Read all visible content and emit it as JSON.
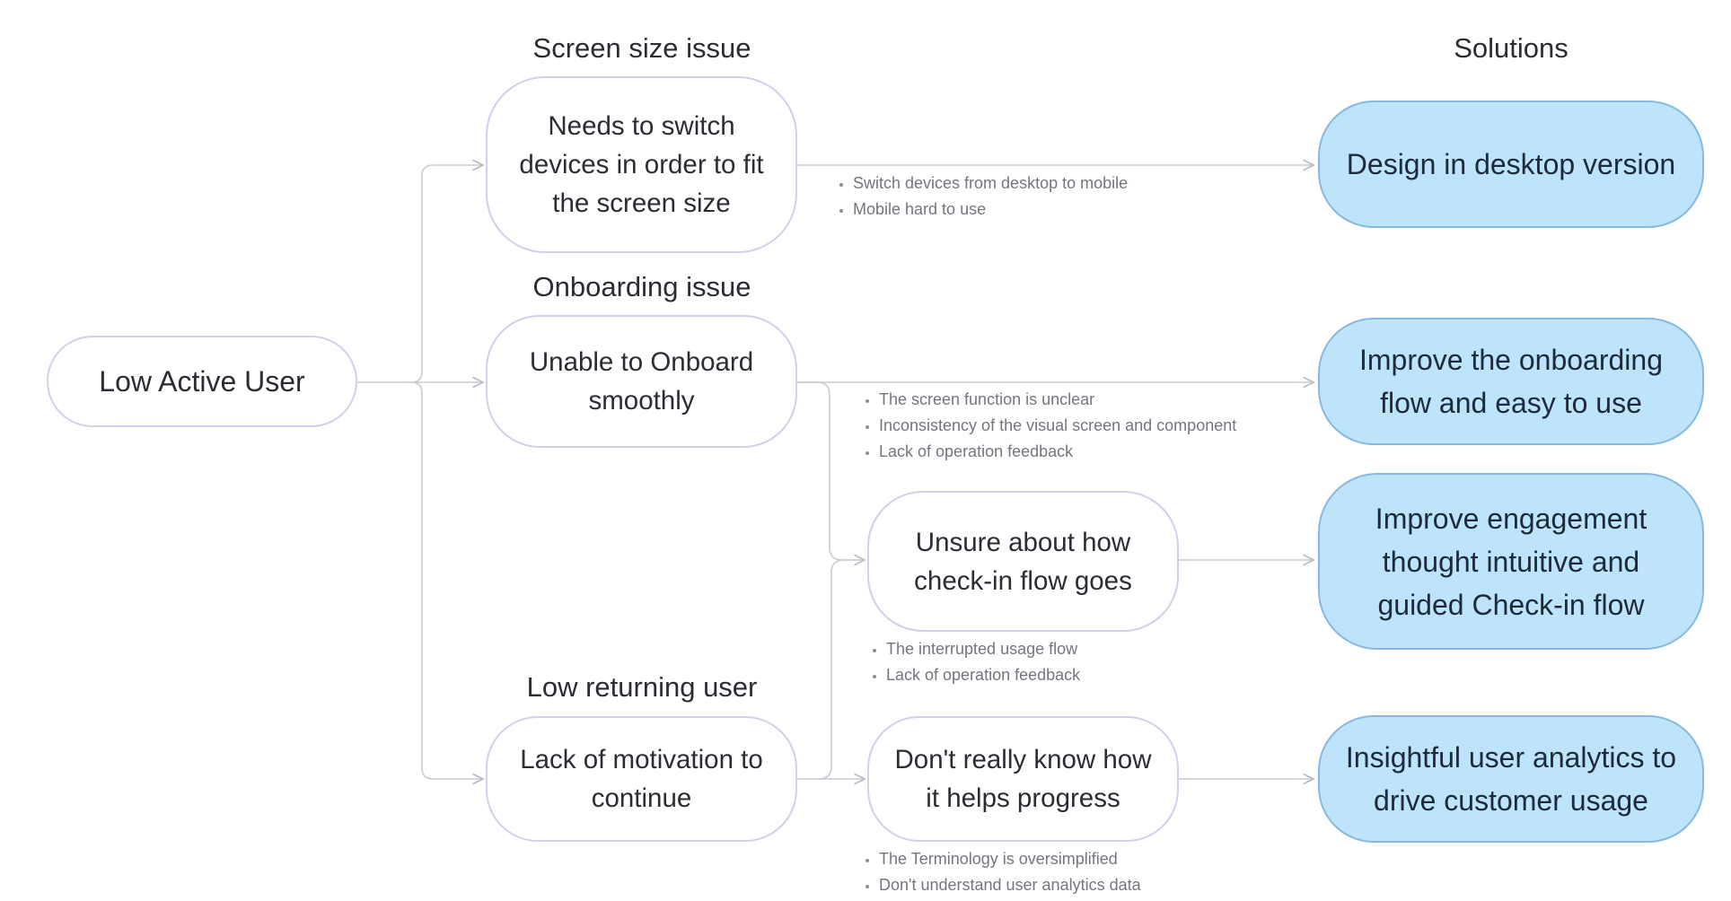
{
  "headings": {
    "screen_size": "Screen size issue",
    "onboarding": "Onboarding issue",
    "returning": "Low returning user",
    "solutions": "Solutions"
  },
  "nodes": {
    "root": "Low Active User",
    "switch_devices": "Needs to switch devices in order to fit the screen size",
    "unable_onboard": "Unable to Onboard smoothly",
    "lack_motivation": "Lack of motivation to continue",
    "unsure_checkin": "Unsure about how check-in flow goes",
    "dont_know": "Don't really know how it helps progress"
  },
  "solutions": {
    "desktop": "Design in desktop version",
    "onboarding": "Improve the onboarding flow and easy to use",
    "engagement": "Improve engagement thought intuitive and guided Check-in flow",
    "analytics": "Insightful user analytics to drive customer usage"
  },
  "notes": {
    "screen": [
      "Switch devices from desktop to mobile",
      "Mobile hard to use"
    ],
    "onboarding": [
      "The screen function is unclear",
      "Inconsistency of the visual screen and component",
      "Lack of operation feedback"
    ],
    "checkin": [
      "The interrupted usage flow",
      "Lack of operation feedback"
    ],
    "progress": [
      "The Terminology is oversimplified",
      "Don't understand user analytics data"
    ]
  },
  "colors": {
    "node_border": "#cfd1e8",
    "solution_fill": "#bde4fb",
    "solution_border": "#86b8e2",
    "connector": "#c9cbd6"
  }
}
